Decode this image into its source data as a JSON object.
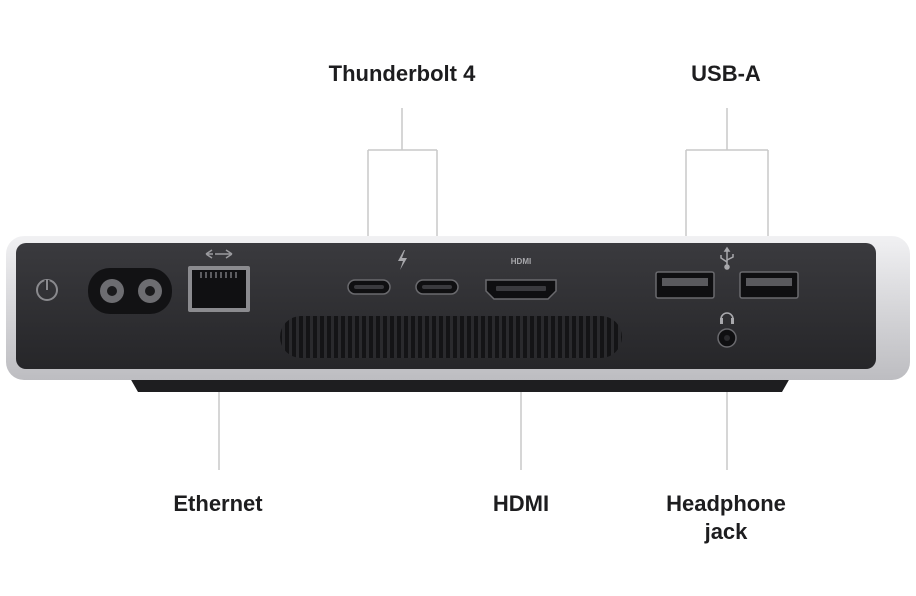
{
  "callouts": {
    "thunderbolt": "Thunderbolt 4",
    "usb_a": "USB-A",
    "ethernet": "Ethernet",
    "hdmi": "HDMI",
    "headphone_line1": "Headphone",
    "headphone_line2": "jack"
  },
  "port_labels": {
    "hdmi": "HDMI"
  },
  "icons": {
    "power": "power-icon",
    "ethernet": "ethernet-icon",
    "thunderbolt": "thunderbolt-icon",
    "usb": "usb-icon",
    "headphone": "headphone-icon"
  },
  "colors": {
    "background": "#ffffff",
    "chassis": "#d9d9db",
    "panel": "#2e2e31",
    "port": "#0f0f11",
    "leader_line": "#c8c8c8",
    "label_text": "#1d1d1f"
  }
}
